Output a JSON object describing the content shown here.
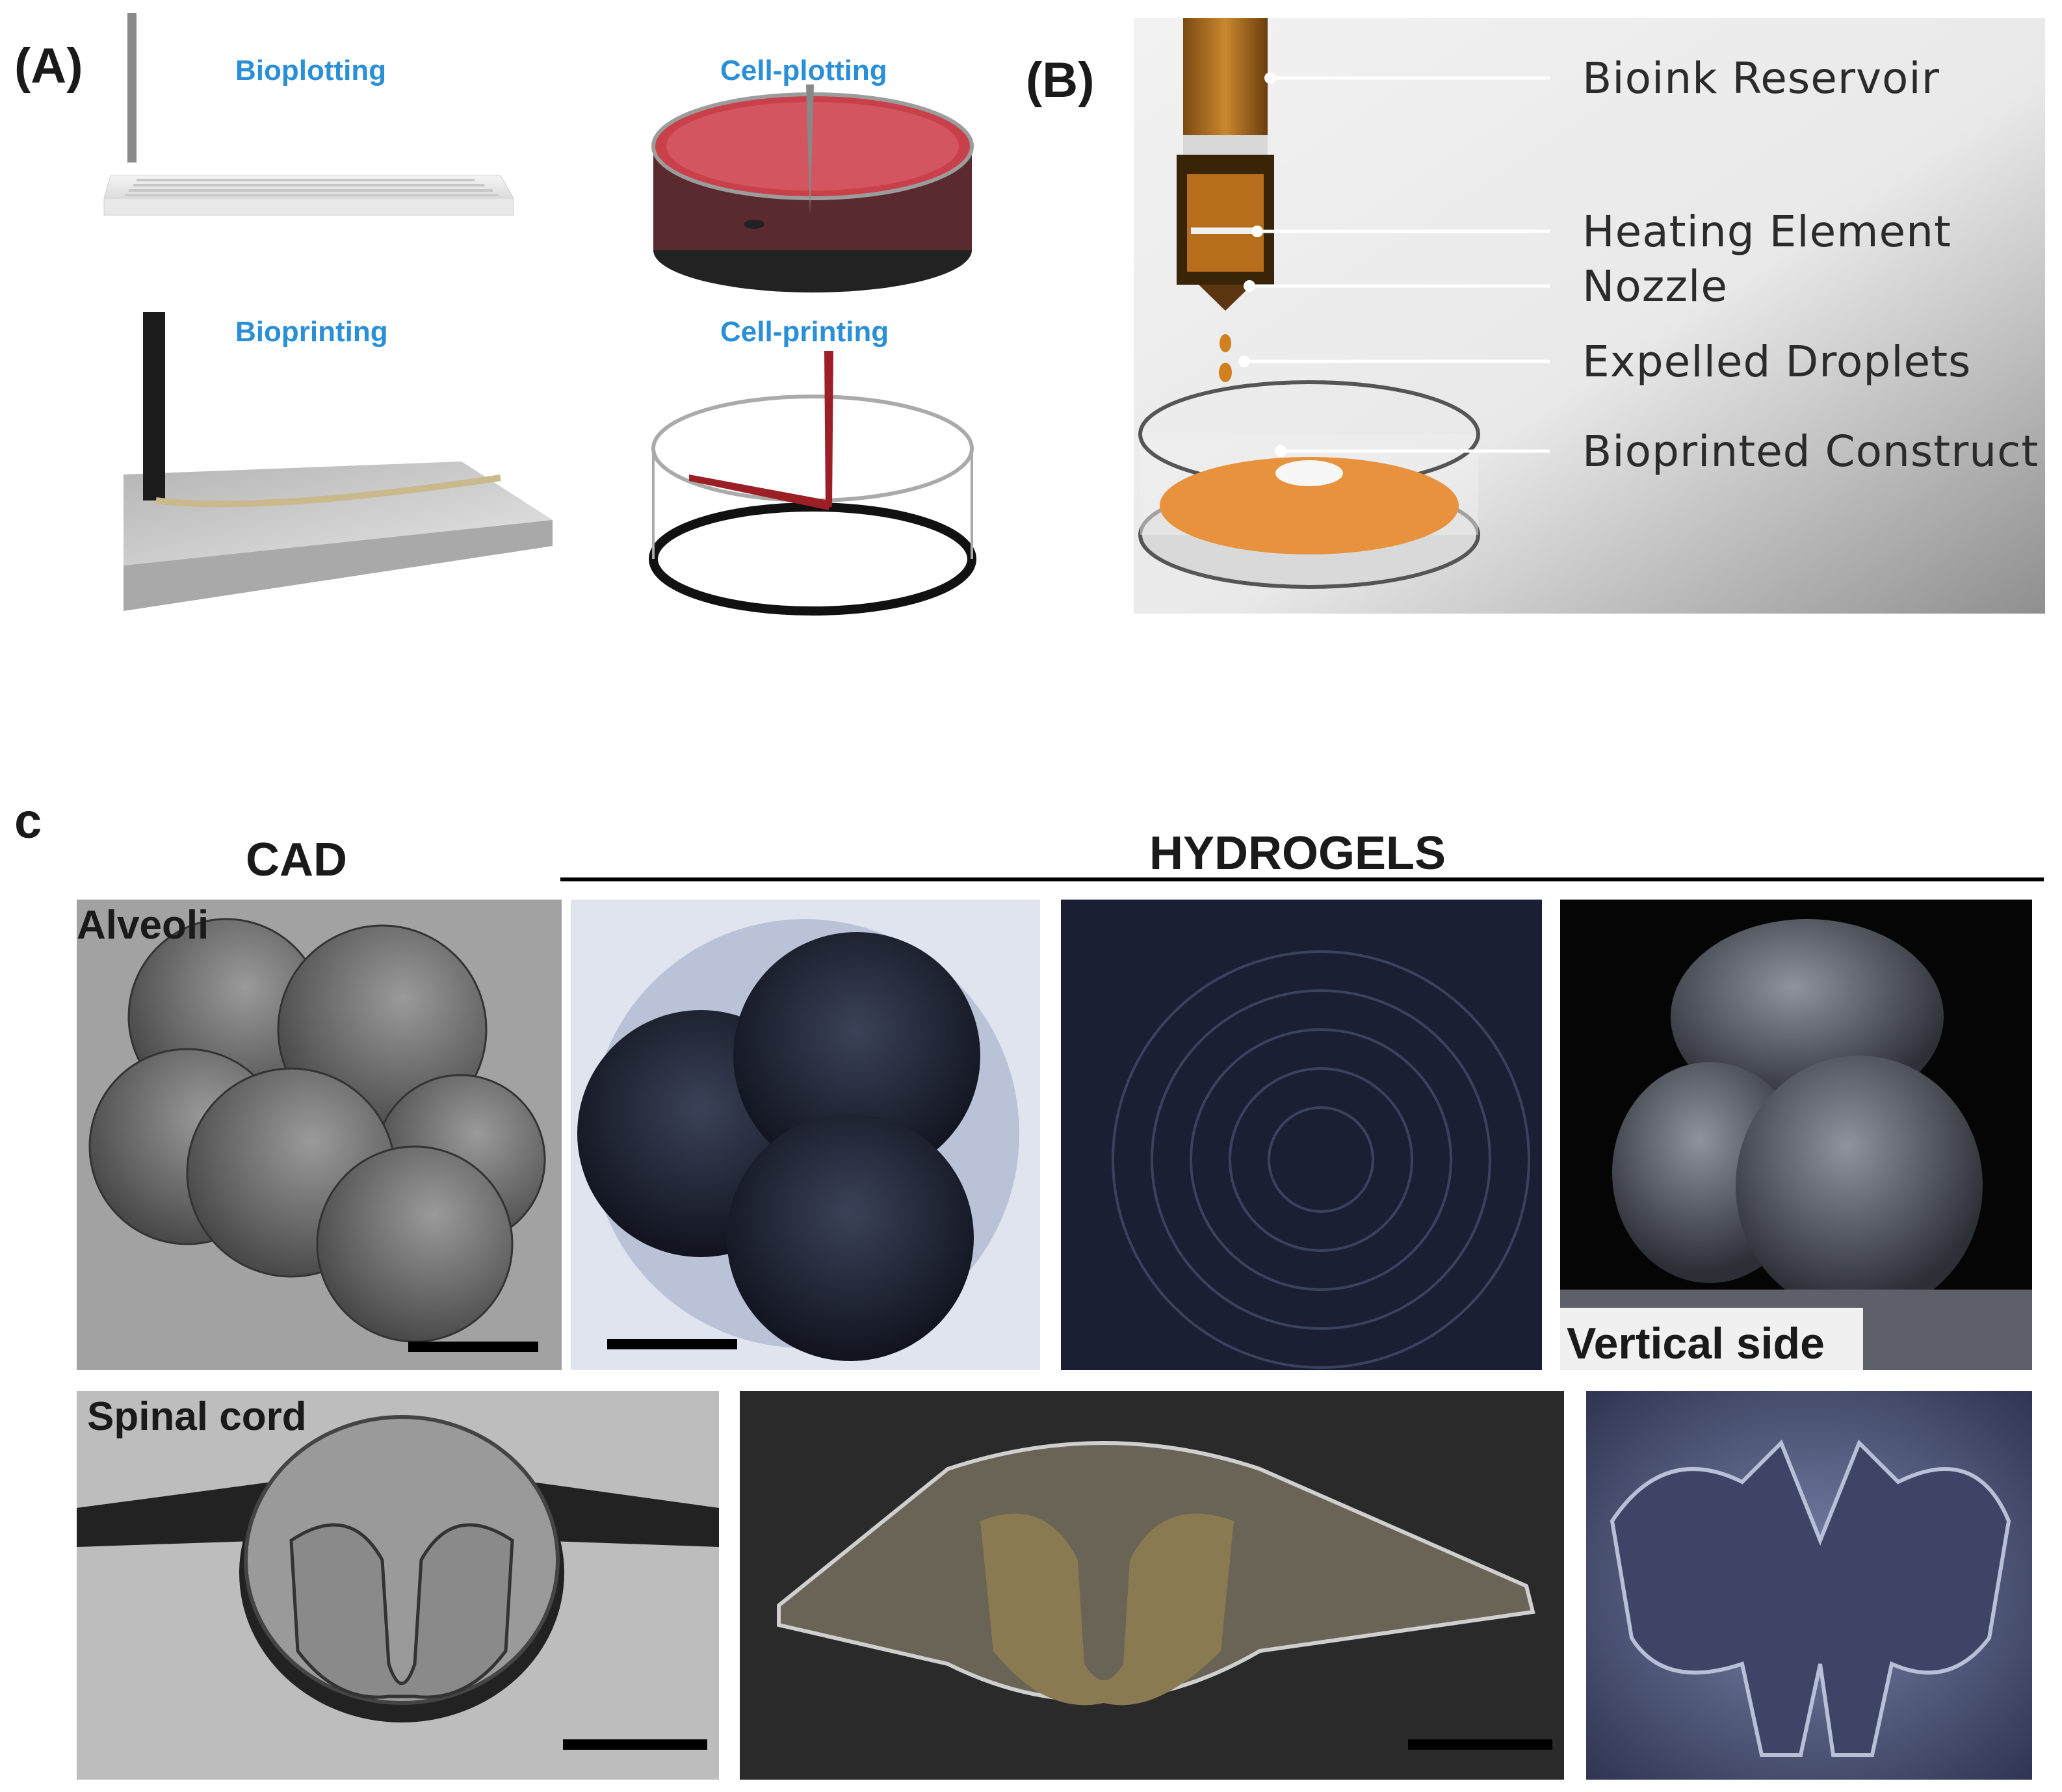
{
  "panel_a": {
    "label": "(A)",
    "bioplotting": "Bioplotting",
    "cell_plotting": "Cell-plotting",
    "bioprinting": "Bioprinting",
    "cell_printing": "Cell-printing"
  },
  "panel_b": {
    "label": "(B)",
    "callouts": [
      "Bioink Reservoir",
      "Heating Element",
      "Nozzle",
      "Expelled Droplets",
      "Bioprinted Construct"
    ]
  },
  "panel_c": {
    "label": "c",
    "cad_header": "CAD",
    "hydrogels_header": "HYDROGELS",
    "alveoli_label": "Alveoli",
    "vertical_side_label": "Vertical side",
    "spinal_cord_label": "Spinal cord"
  },
  "colors": {
    "label_blue": "#2a8fd6",
    "dish_red": "#c9404a",
    "construct_orange": "#e8923e"
  }
}
